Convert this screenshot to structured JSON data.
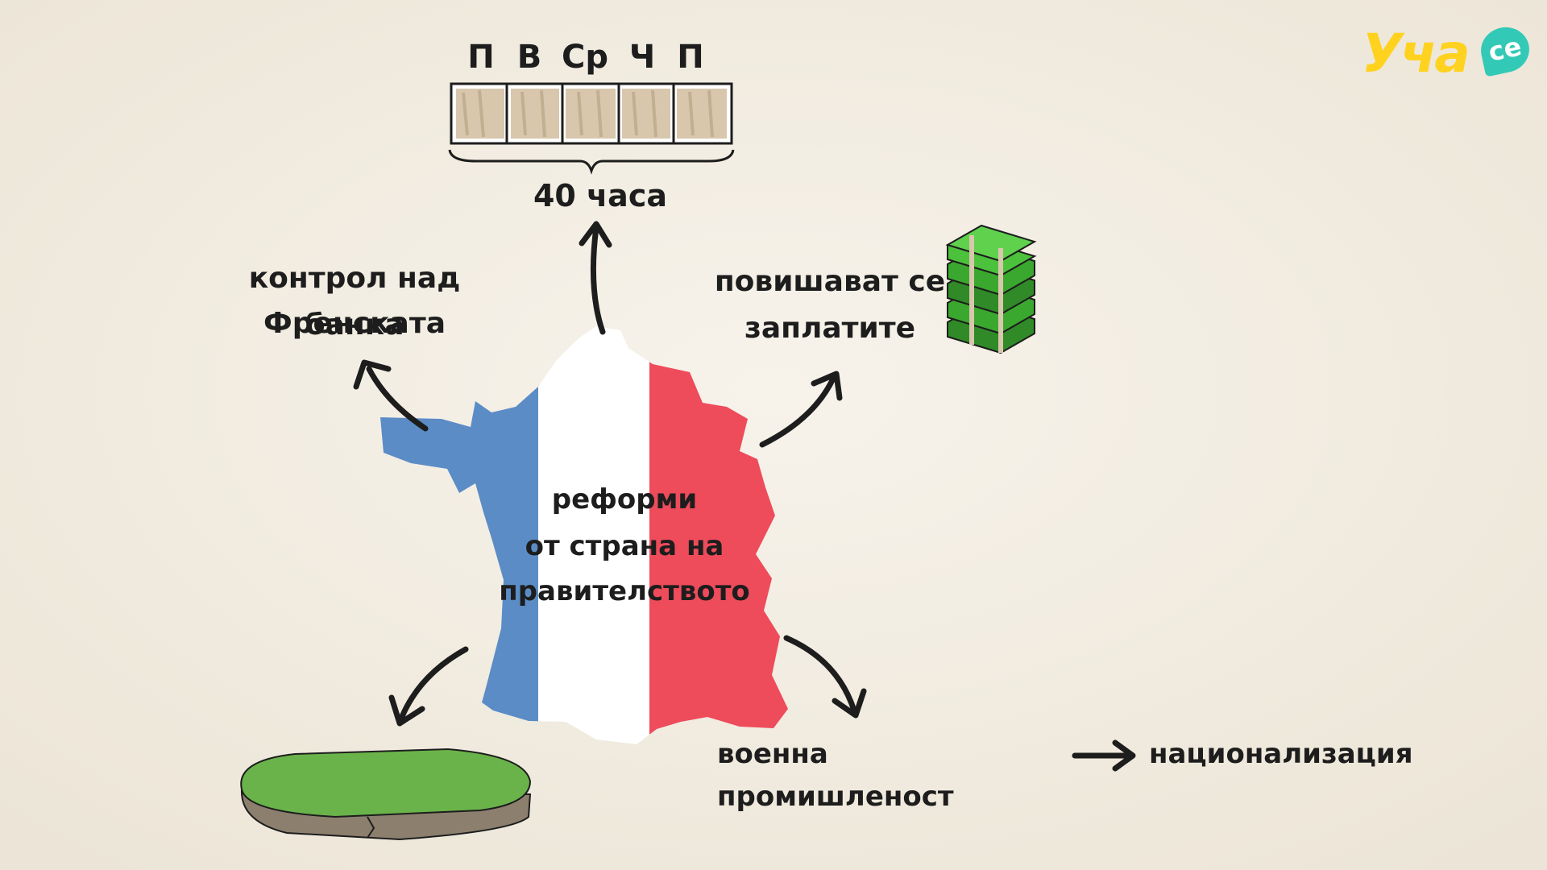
{
  "logo": {
    "text": "Уча",
    "badge": "се",
    "brand_color": "#ffd21f",
    "badge_color": "#33c9b7"
  },
  "week": {
    "days": [
      "П",
      "В",
      "Ср",
      "Ч",
      "П"
    ],
    "total_label": "40 часа"
  },
  "center": {
    "line1": "реформи",
    "line2": "от страна на",
    "line3": "правителството"
  },
  "bank": {
    "line1": "контрол над Френската",
    "line2": "банка"
  },
  "wages": {
    "line1": "повишават се",
    "line2": "заплатите"
  },
  "industry": {
    "left": "военна промишленост",
    "right": "национализация"
  },
  "colors": {
    "blue": "#5b8cc6",
    "white": "#ffffff",
    "red": "#ee4b5b",
    "money": "#3aa82e",
    "land": "#6ab34a",
    "soil": "#8c7f6e"
  },
  "icons": [
    "money-stack-icon",
    "land-plot-icon",
    "arrow-icon",
    "calendar-week-icon",
    "france-map-icon"
  ]
}
